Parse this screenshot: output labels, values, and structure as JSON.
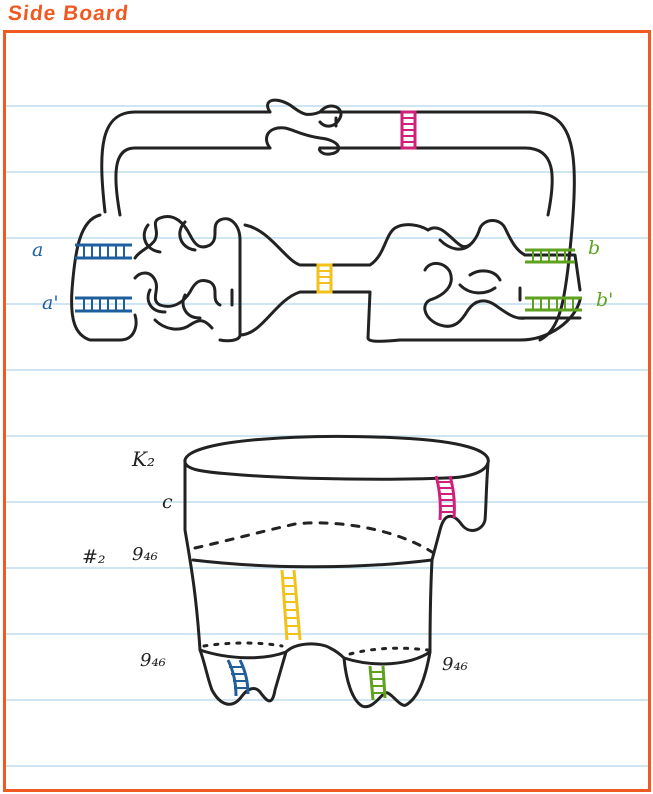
{
  "title": "Side Board",
  "colors": {
    "title": "#f05a22",
    "border": "#f05a22",
    "rule_lines": "#cfe6f2",
    "ink": "#222222",
    "blue": "#1f5f9e",
    "magenta": "#d0217a",
    "yellow": "#f3c21a",
    "green": "#5ea21e"
  },
  "top_diagram": {
    "labels": {
      "a": "a",
      "a_prime": "a'",
      "b": "b",
      "b_prime": "b'"
    }
  },
  "bottom_diagram": {
    "labels": {
      "k2": "K₂",
      "c": "c",
      "connect_sum": "#₂",
      "q46_mid": "9₄₆",
      "q46_left": "9₄₆",
      "q46_right": "9₄₆"
    }
  }
}
